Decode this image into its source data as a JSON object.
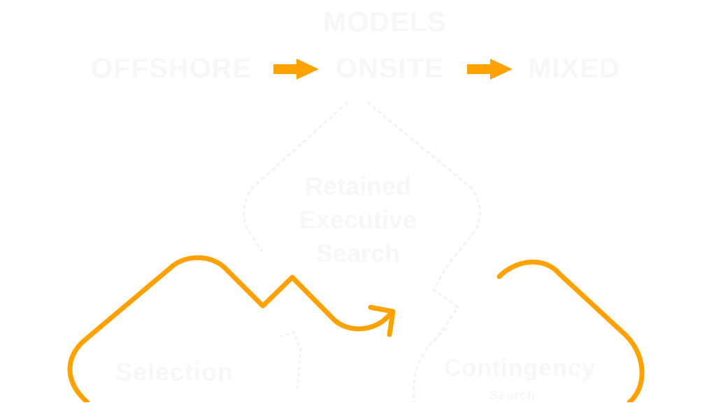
{
  "header": {
    "title": "MODELS",
    "models": [
      "OFFSHORE",
      "ONSITE",
      "MIXED"
    ]
  },
  "center_node": {
    "lines": [
      "Retained",
      "Executive",
      "Search"
    ]
  },
  "bottom_left_node": {
    "label": "Selection"
  },
  "bottom_right_node": {
    "label": "Contingency",
    "sublabel": "Search"
  },
  "colors": {
    "accent": "#FFA200",
    "ghost_text": "#F7F7F7",
    "background": "#FFFFFF"
  }
}
